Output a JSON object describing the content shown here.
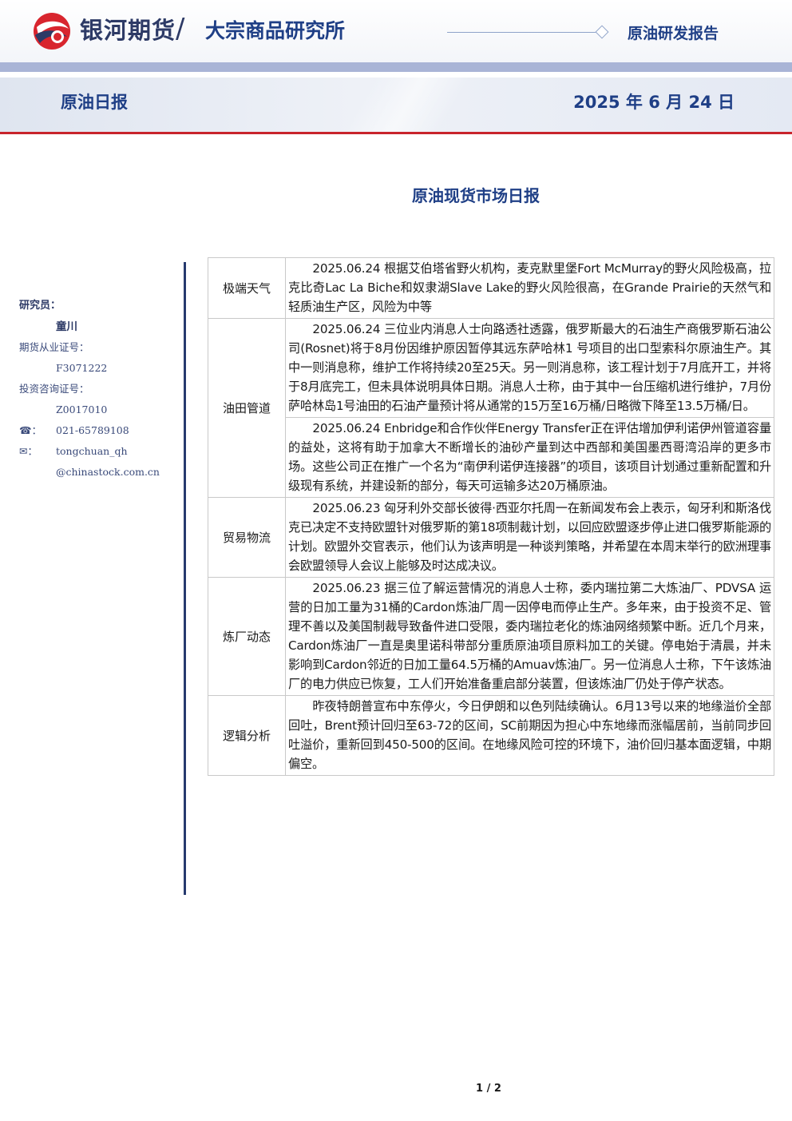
{
  "header": {
    "brand_name": "银河期货",
    "slash": "/",
    "institute": "大宗商品研究所",
    "report_type": "原油研发报告",
    "report_title": "原油日报",
    "report_date": "2025 年 6 月 24 日",
    "colors": {
      "brand_navy": "#2d3a66",
      "title_blue": "#1f3f86",
      "accent_red": "#c8242c"
    }
  },
  "section_title": "原油现货市场日报",
  "sidebar": {
    "researcher_label": "研究员：",
    "researcher_name": "童川",
    "license_label": "期货从业证号：",
    "license_no": "F3071222",
    "consult_label": "投资咨询证号：",
    "consult_no": "Z0017010",
    "phone_icon": "☎",
    "phone_suffix": "：",
    "phone": "021-65789108",
    "mail_icon": "✉",
    "mail_suffix": "：",
    "email_line1": "tongchuan_qh",
    "email_line2": "@chinastock.com.cn"
  },
  "table": {
    "rows": [
      {
        "category": "极端天气",
        "text": "2025.06.24 根据艾伯塔省野火机构，麦克默里堡Fort McMurray的野火风险极高，拉克比奇Lac La Biche和奴隶湖Slave Lake的野火风险很高，在Grande Prairie的天然气和轻质油生产区，风险为中等"
      },
      {
        "category": "油田管道",
        "text": "2025.06.24 三位业内消息人士向路透社透露，俄罗斯最大的石油生产商俄罗斯石油公司(Rosnet)将于8月份因维护原因暂停其远东萨哈林1 号项目的出口型索科尔原油生产。其中一则消息称，维护工作将持续20至25天。另一则消息称，该工程计划于7月底开工，并将于8月底完工，但未具体说明具体日期。消息人士称，由于其中一台压缩机进行维护，7月份萨哈林岛1号油田的石油产量预计将从通常的15万至16万桶/日略微下降至13.5万桶/日。"
      },
      {
        "category": "",
        "text": "2025.06.24 Enbridge和合作伙伴Energy Transfer正在评估增加伊利诺伊州管道容量的益处，这将有助于加拿大不断增长的油砂产量到达中西部和美国墨西哥湾沿岸的更多市场。这些公司正在推广一个名为“南伊利诺伊连接器”的项目，该项目计划通过重新配置和升级现有系统，并建设新的部分，每天可运输多达20万桶原油。"
      },
      {
        "category": "贸易物流",
        "text": "2025.06.23 匈牙利外交部长彼得·西亚尔托周一在新闻发布会上表示，匈牙利和斯洛伐克已决定不支持欧盟针对俄罗斯的第18项制裁计划，以回应欧盟逐步停止进口俄罗斯能源的计划。欧盟外交官表示，他们认为该声明是一种谈判策略，并希望在本周末举行的欧洲理事会欧盟领导人会议上能够及时达成决议。"
      },
      {
        "category": "炼厂动态",
        "text": "2025.06.23 据三位了解运营情况的消息人士称，委内瑞拉第二大炼油厂、PDVSA 运营的日加工量为31桶的Cardon炼油厂周一因停电而停止生产。多年来，由于投资不足、管理不善以及美国制裁导致备件进口受限，委内瑞拉老化的炼油网络频繁中断。近几个月来，Cardon炼油厂一直是奥里诺科带部分重质原油项目原料加工的关键。停电始于清晨，并未影响到Cardon邻近的日加工量64.5万桶的Amuav炼油厂。另一位消息人士称，下午该炼油厂的电力供应已恢复，工人们开始准备重启部分装置，但该炼油厂仍处于停产状态。"
      },
      {
        "category": "逻辑分析",
        "text": "昨夜特朗普宣布中东停火，今日伊朗和以色列陆续确认。6月13号以来的地缘溢价全部回吐，Brent预计回归至63-72的区间，SC前期因为担心中东地缘而涨幅居前，当前同步回吐溢价，重新回到450-500的区间。在地缘风险可控的环境下，油价回归基本面逻辑，中期偏空。"
      }
    ]
  },
  "footer": {
    "page": "1 / 2"
  }
}
